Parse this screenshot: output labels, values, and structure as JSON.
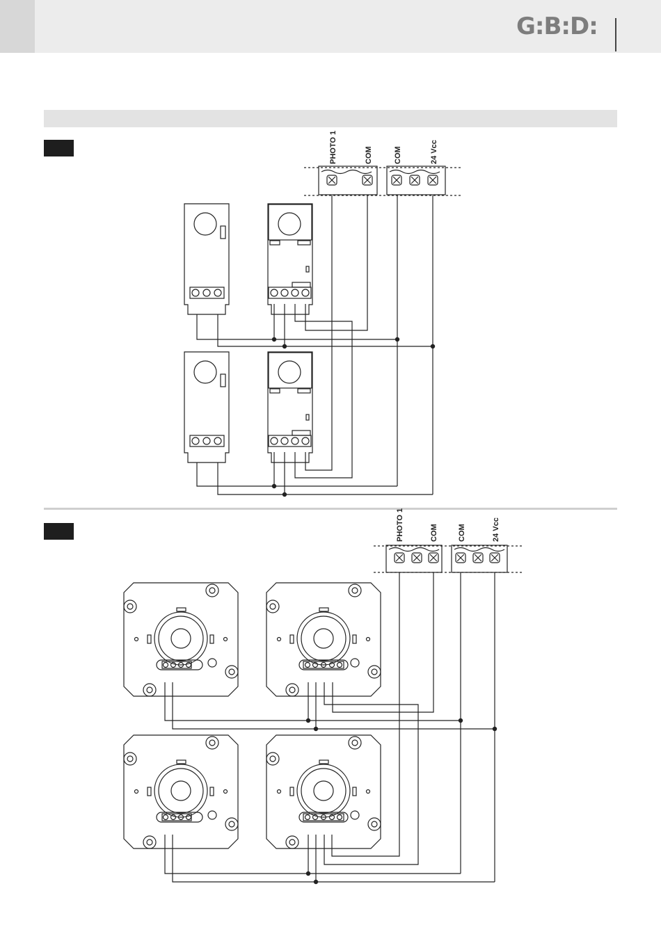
{
  "header": {
    "logo_text": "G:B:D:"
  },
  "diagram1": {
    "terminals": {
      "photo": "PHOTO 1",
      "com_a": "COM",
      "com_b": "COM",
      "power": "24 Vcc"
    }
  },
  "diagram2": {
    "terminals": {
      "photo": "PHOTO 1",
      "com_a": "COM",
      "com_b": "COM",
      "power": "24 Vcc"
    }
  }
}
